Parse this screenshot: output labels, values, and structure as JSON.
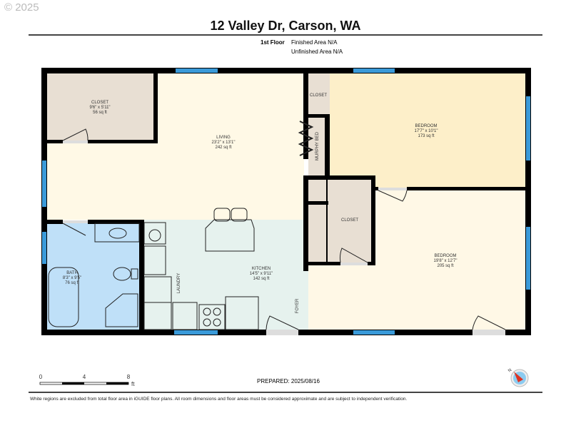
{
  "header": {
    "copyright": "© 2025",
    "title": "12 Valley Dr, Carson, WA",
    "floor": "1st Floor",
    "finished_area": "Finished Area N/A",
    "unfinished_area": "Unfinished Area N/A"
  },
  "rooms": {
    "closet1": {
      "name": "CLOSET",
      "dims": "9'6\" x 5'11\"",
      "area": "56 sq ft"
    },
    "living": {
      "name": "LIVING",
      "dims": "23'2\" x 13'1\"",
      "area": "242 sq ft"
    },
    "closet2": {
      "name": "CLOSET"
    },
    "murphy": {
      "name": "MURPHY BED"
    },
    "bedroom1": {
      "name": "BEDROOM",
      "dims": "17'7\" x 10'1\"",
      "area": "173 sq ft"
    },
    "closet3": {
      "name": "CLOSET"
    },
    "bedroom2": {
      "name": "BEDROOM",
      "dims": "19'8\" x 12'7\"",
      "area": "205 sq ft"
    },
    "bath": {
      "name": "BATH",
      "dims": "8'3\" x 9'5\"",
      "area": "76 sq ft"
    },
    "kitchen": {
      "name": "KITCHEN",
      "dims": "14'5\" x 9'11\"",
      "area": "142 sq ft"
    },
    "laundry": {
      "name": "LAUNDRY"
    },
    "foyer": {
      "name": "FOYER"
    }
  },
  "colors": {
    "wall": "#000000",
    "window": "#3a9ad9",
    "living": "#fff9e6",
    "bedroom1": "#fdefc9",
    "closet": "#e8dfd3",
    "bath": "#bfe0f8",
    "kitchen": "#e6f2ee"
  },
  "footer": {
    "scale": [
      "0",
      "4",
      "8"
    ],
    "scale_unit": "ft",
    "prepared": "PREPARED: 2025/08/16",
    "compass": "N",
    "disclaimer": "White regions are excluded from total floor area in iGUIDE floor plans. All room dimensions and floor areas must be considered approximate and are subject to independent verification."
  }
}
